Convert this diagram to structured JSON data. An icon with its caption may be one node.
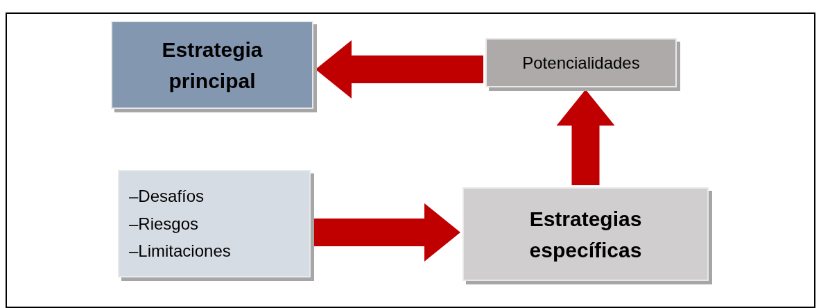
{
  "diagram": {
    "nodes": [
      {
        "text": [
          "Estrategia principal"
        ]
      },
      {
        "text": [
          "Potencialidades"
        ]
      },
      {
        "text": [
          "–Desafíos",
          "–Riesgos",
          "–Limitaciones"
        ]
      },
      {
        "text": [
          "Estrategias específicas"
        ]
      }
    ],
    "edges": [
      {
        "from": 1,
        "to": 0,
        "arrow": "to"
      },
      {
        "from": 3,
        "to": 1,
        "arrow": "to"
      },
      {
        "from": 2,
        "to": 3,
        "arrow": "to"
      }
    ]
  }
}
